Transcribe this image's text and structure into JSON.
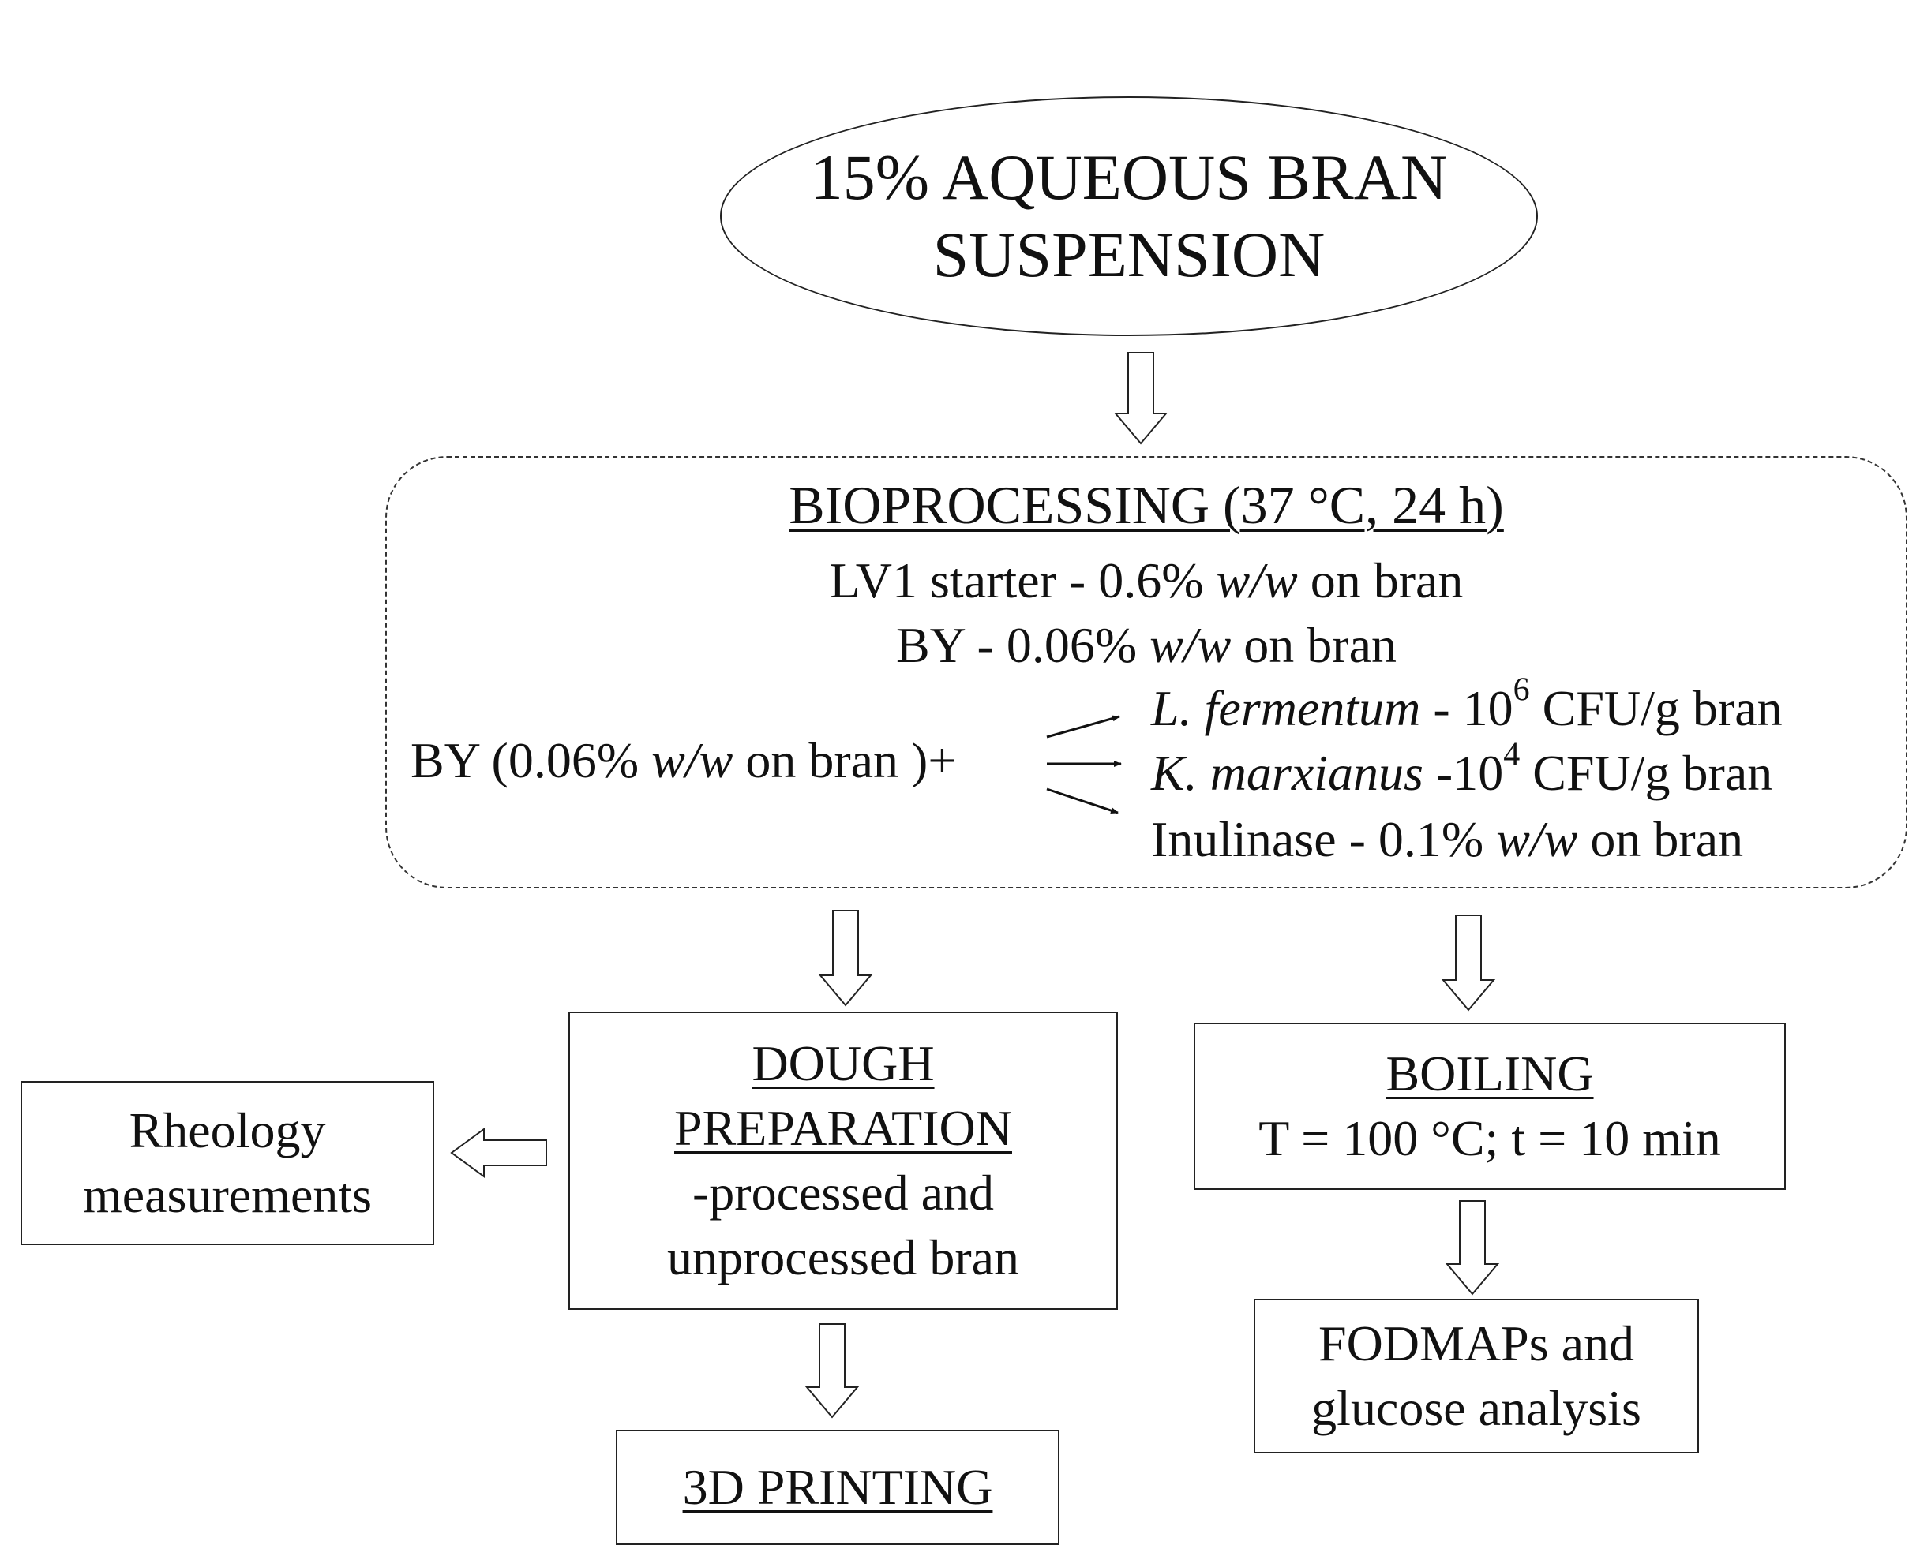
{
  "start": {
    "line1": "15% AQUEOUS BRAN",
    "line2": "SUSPENSION"
  },
  "bioprocessing": {
    "title": "BIOPROCESSING (37 °C, 24 h)",
    "lv1": {
      "prefix": "LV1 starter - 0.6% ",
      "unit": "w/w",
      "suffix": " on bran"
    },
    "by": {
      "prefix": "BY - 0.06% ",
      "unit": "w/w",
      "suffix": " on bran"
    },
    "combo": {
      "prefix": "BY (0.06% ",
      "unit": "w/w",
      "suffix": " on bran )+"
    },
    "options": [
      {
        "name": "L. fermentum",
        "sep": " - 10",
        "exp": "6",
        "tail": " CFU/g bran"
      },
      {
        "name": "K. marxianus",
        "sep": " -10",
        "exp": "4",
        "tail": " CFU/g bran"
      },
      {
        "prefix": "Inulinase - 0.1% ",
        "unit": "w/w",
        "suffix": " on bran"
      }
    ]
  },
  "dough": {
    "title1": "DOUGH",
    "title2": "PREPARATION",
    "line1": "-processed and",
    "line2": "unprocessed bran"
  },
  "boiling": {
    "title": "BOILING",
    "params": "T = 100 °C; t = 10 min"
  },
  "rheology": {
    "line1": "Rheology",
    "line2": "measurements"
  },
  "printing": {
    "title": "3D PRINTING"
  },
  "fodmaps": {
    "line1": "FODMAPs and",
    "line2": "glucose analysis"
  }
}
